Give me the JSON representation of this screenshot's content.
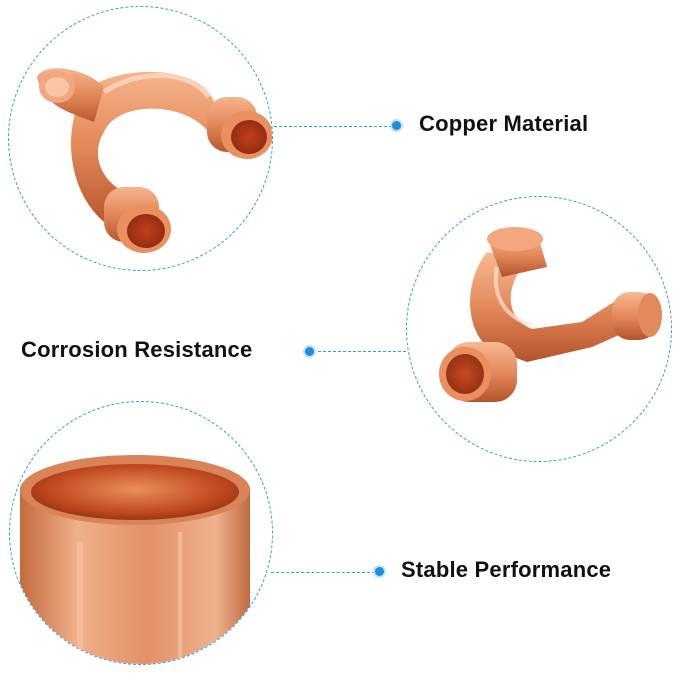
{
  "features": [
    {
      "label": "Copper Material"
    },
    {
      "label": "Corrosion Resistance"
    },
    {
      "label": "Stable Performance"
    }
  ],
  "colors": {
    "accent": "#2fa0d6",
    "copper": "#e08a5c",
    "copper_dark": "#b8522a",
    "text": "#111111"
  },
  "icons": [
    "copper-y-pipe-image",
    "copper-y-pipe-image",
    "copper-cap-closeup-image"
  ]
}
